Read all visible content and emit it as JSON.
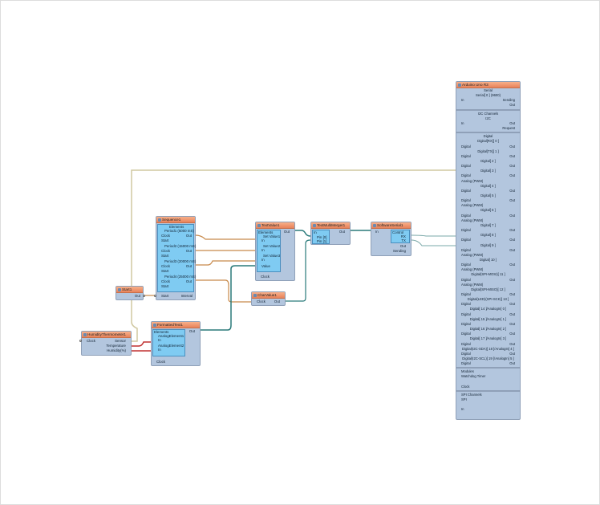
{
  "start": {
    "title": "Start1",
    "out": "Out"
  },
  "sequence": {
    "title": "Sequence1",
    "elements": "Elements",
    "periods": [
      "Period1 (5000 mS)",
      "Period2 (15000 mS)",
      "Period3 (20000 mS)",
      "Period4 (25000 mS)"
    ],
    "clock": "Clock",
    "start": "Start",
    "out": "Out",
    "start_in": "Start",
    "interval": "Interval"
  },
  "humidity": {
    "title": "HumidityThermometer1",
    "clock": "Clock",
    "sensor": "Sensor",
    "temperature": "Temperature",
    "humidity": "Humidity(%)"
  },
  "formatted": {
    "title": "FormattedText1",
    "elements": "Elements",
    "el1": "AnalogElement1",
    "el2": "AnalogElement2",
    "in": "In",
    "out": "Out",
    "clock": "Clock"
  },
  "textvalue": {
    "title": "TextValue1",
    "elements": "Elements",
    "set1": "Set Value1",
    "set2": "Set Value2",
    "set3": "Set Value3",
    "in": "In",
    "value": "Value",
    "clock": "Clock",
    "out": "Out"
  },
  "charvalue": {
    "title": "CharValue1",
    "clock": "Clock",
    "out": "Out"
  },
  "merger": {
    "title": "TextMultiMerger1",
    "in": "In",
    "pin0": "Pin [0]",
    "pin1": "Pin [1]",
    "out": "Out"
  },
  "serial": {
    "title": "SoftwareSerial1",
    "in": "In",
    "control": "Control",
    "rx": "RX",
    "tx": "TX",
    "out": "Out",
    "sending": "Sending"
  },
  "arduino": {
    "title": "Arduino Uno R3",
    "rows": [
      [
        "c",
        "Serial"
      ],
      [
        "c",
        "Serial[ 0 ] (9600)"
      ],
      [
        "lr",
        "In",
        "Sending"
      ],
      [
        "r",
        "",
        "Out"
      ],
      [
        "sep"
      ],
      [
        "c",
        "I2C Channels"
      ],
      [
        "c",
        "I2C"
      ],
      [
        "lr",
        "In",
        "Out"
      ],
      [
        "r",
        "",
        "Request"
      ],
      [
        "sep"
      ],
      [
        "c",
        "Digital"
      ],
      [
        "c",
        "Digital[RX][ 0 ]"
      ],
      [
        "lr",
        "Digital",
        "Out"
      ],
      [
        "c",
        "Digital[TX][ 1 ]"
      ],
      [
        "lr",
        "Digital",
        "Out"
      ],
      [
        "c",
        "Digital[ 2 ]"
      ],
      [
        "lr",
        "Digital",
        "Out"
      ],
      [
        "c",
        "Digital[ 3 ]"
      ],
      [
        "lr",
        "Digital",
        "Out"
      ],
      [
        "l",
        "Analog (PWM)"
      ],
      [
        "c",
        "Digital[ 4 ]"
      ],
      [
        "lr",
        "Digital",
        "Out"
      ],
      [
        "c",
        "Digital[ 5 ]"
      ],
      [
        "lr",
        "Digital",
        "Out"
      ],
      [
        "l",
        "Analog (PWM)"
      ],
      [
        "c",
        "Digital[ 6 ]"
      ],
      [
        "lr",
        "Digital",
        "Out"
      ],
      [
        "l",
        "Analog (PWM)"
      ],
      [
        "c",
        "Digital[ 7 ]"
      ],
      [
        "lr",
        "Digital",
        "Out"
      ],
      [
        "c",
        "Digital[ 8 ]"
      ],
      [
        "lr",
        "Digital",
        "Out"
      ],
      [
        "c",
        "Digital[ 9 ]"
      ],
      [
        "lr",
        "Digital",
        "Out"
      ],
      [
        "l",
        "Analog (PWM)"
      ],
      [
        "c",
        "Digital[ 10 ]"
      ],
      [
        "lr",
        "Digital",
        "Out"
      ],
      [
        "l",
        "Analog (PWM)"
      ],
      [
        "c",
        "Digital(SPI-MOSI)[ 11 ]"
      ],
      [
        "lr",
        "Digital",
        "Out"
      ],
      [
        "l",
        "Analog (PWM)"
      ],
      [
        "c",
        "Digital(SPI-MISO)[ 12 ]"
      ],
      [
        "lr",
        "Digital",
        "Out"
      ],
      [
        "c",
        "Digital(LED)(SPI-SCK)[ 13 ]"
      ],
      [
        "lr",
        "Digital",
        "Out"
      ],
      [
        "c",
        "Digital[ 14 ]/AnalogIn[ 0 ]"
      ],
      [
        "lr",
        "Digital",
        "Out"
      ],
      [
        "c",
        "Digital[ 15 ]/AnalogIn[ 1 ]"
      ],
      [
        "lr",
        "Digital",
        "Out"
      ],
      [
        "c",
        "Digital[ 16 ]/AnalogIn[ 2 ]"
      ],
      [
        "lr",
        "Digital",
        "Out"
      ],
      [
        "c",
        "Digital[ 17 ]/AnalogIn[ 3 ]"
      ],
      [
        "lr",
        "Digital",
        "Out"
      ],
      [
        "c",
        "Digital(I2C-SDA)[ 18 ]/AnalogIn[ 4 ]"
      ],
      [
        "lr",
        "Digital",
        "Out"
      ],
      [
        "c",
        "Digital(I2C-SCL)[ 19 ]/AnalogIn[ 5 ]"
      ],
      [
        "lr",
        "Digital",
        "Out"
      ],
      [
        "sep"
      ],
      [
        "m",
        "Modules"
      ],
      [
        "m",
        "Watchdog Timer"
      ],
      [
        "m",
        ""
      ],
      [
        "m",
        "Clock"
      ],
      [
        "sep"
      ],
      [
        "m",
        "SPI Channels"
      ],
      [
        "m",
        "SPI"
      ],
      [
        "m",
        ""
      ],
      [
        "m",
        "In"
      ]
    ]
  },
  "colors": {
    "wire_orange": "#c8894a",
    "wire_teal": "#2a7a7a",
    "wire_beige": "#d0c8a0",
    "wire_red": "#c03030",
    "wire_gray": "#7aa8a8"
  }
}
